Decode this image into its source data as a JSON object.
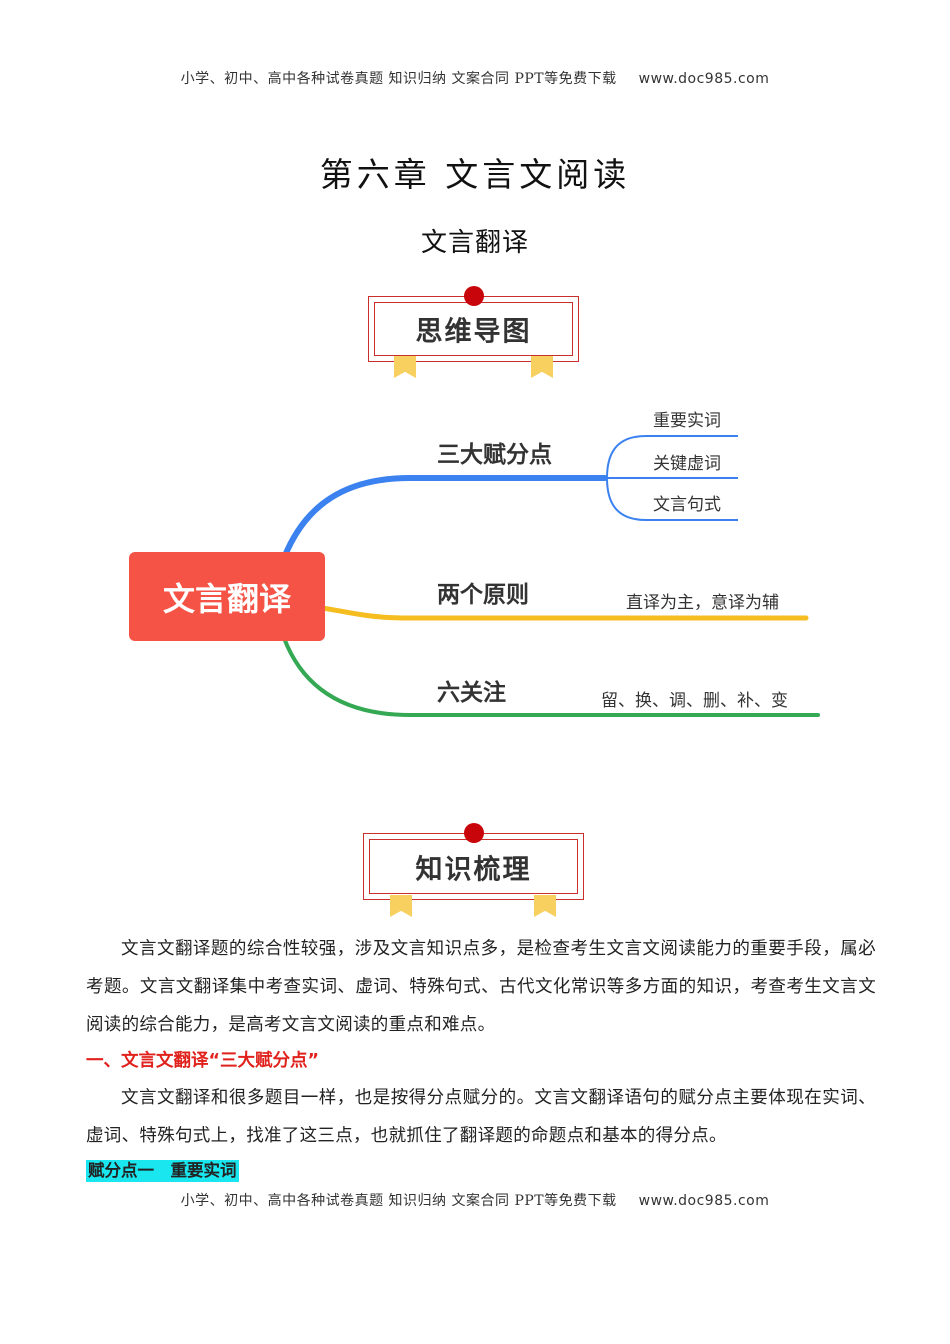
{
  "header": {
    "text": "小学、初中、高中各种试卷真题 知识归纳 文案合同 PPT等免费下载",
    "url": "www.doc985.com"
  },
  "footer": {
    "text": "小学、初中、高中各种试卷真题 知识归纳 文案合同 PPT等免费下载",
    "url": "www.doc985.com"
  },
  "chapter_title": "第六章 文言文阅读",
  "section_title": "文言翻译",
  "banner_mindmap": "思维导图",
  "banner_knowledge": "知识梳理",
  "mindmap": {
    "center": "文言翻译",
    "branches": [
      {
        "label": "三大赋分点",
        "children": [
          "重要实词",
          "关键虚词",
          "文言句式"
        ],
        "color": "#3b82f0"
      },
      {
        "label": "两个原则",
        "detail": "直译为主，意译为辅",
        "color": "#f5bd1f"
      },
      {
        "label": "六关注",
        "detail": "留、换、调、删、补、变",
        "color": "#34a853"
      }
    ],
    "center_color": "#f45346"
  },
  "body": {
    "para1": "文言文翻译题的综合性较强，涉及文言知识点多，是检查考生文言文阅读能力的重要手段，属必考题。文言文翻译集中考查实词、虚词、特殊句式、古代文化常识等多方面的知识，考查考生文言文阅读的综合能力，是高考文言文阅读的重点和难点。",
    "heading1": "一、文言文翻译“三大赋分点”",
    "para2": "文言文翻译和很多题目一样，也是按得分点赋分的。文言文翻译语句的赋分点主要体现在实词、虚词、特殊句式上，找准了这三点，也就抓住了翻译题的命题点和基本的得分点。",
    "heading2": "赋分点一　重要实词"
  }
}
